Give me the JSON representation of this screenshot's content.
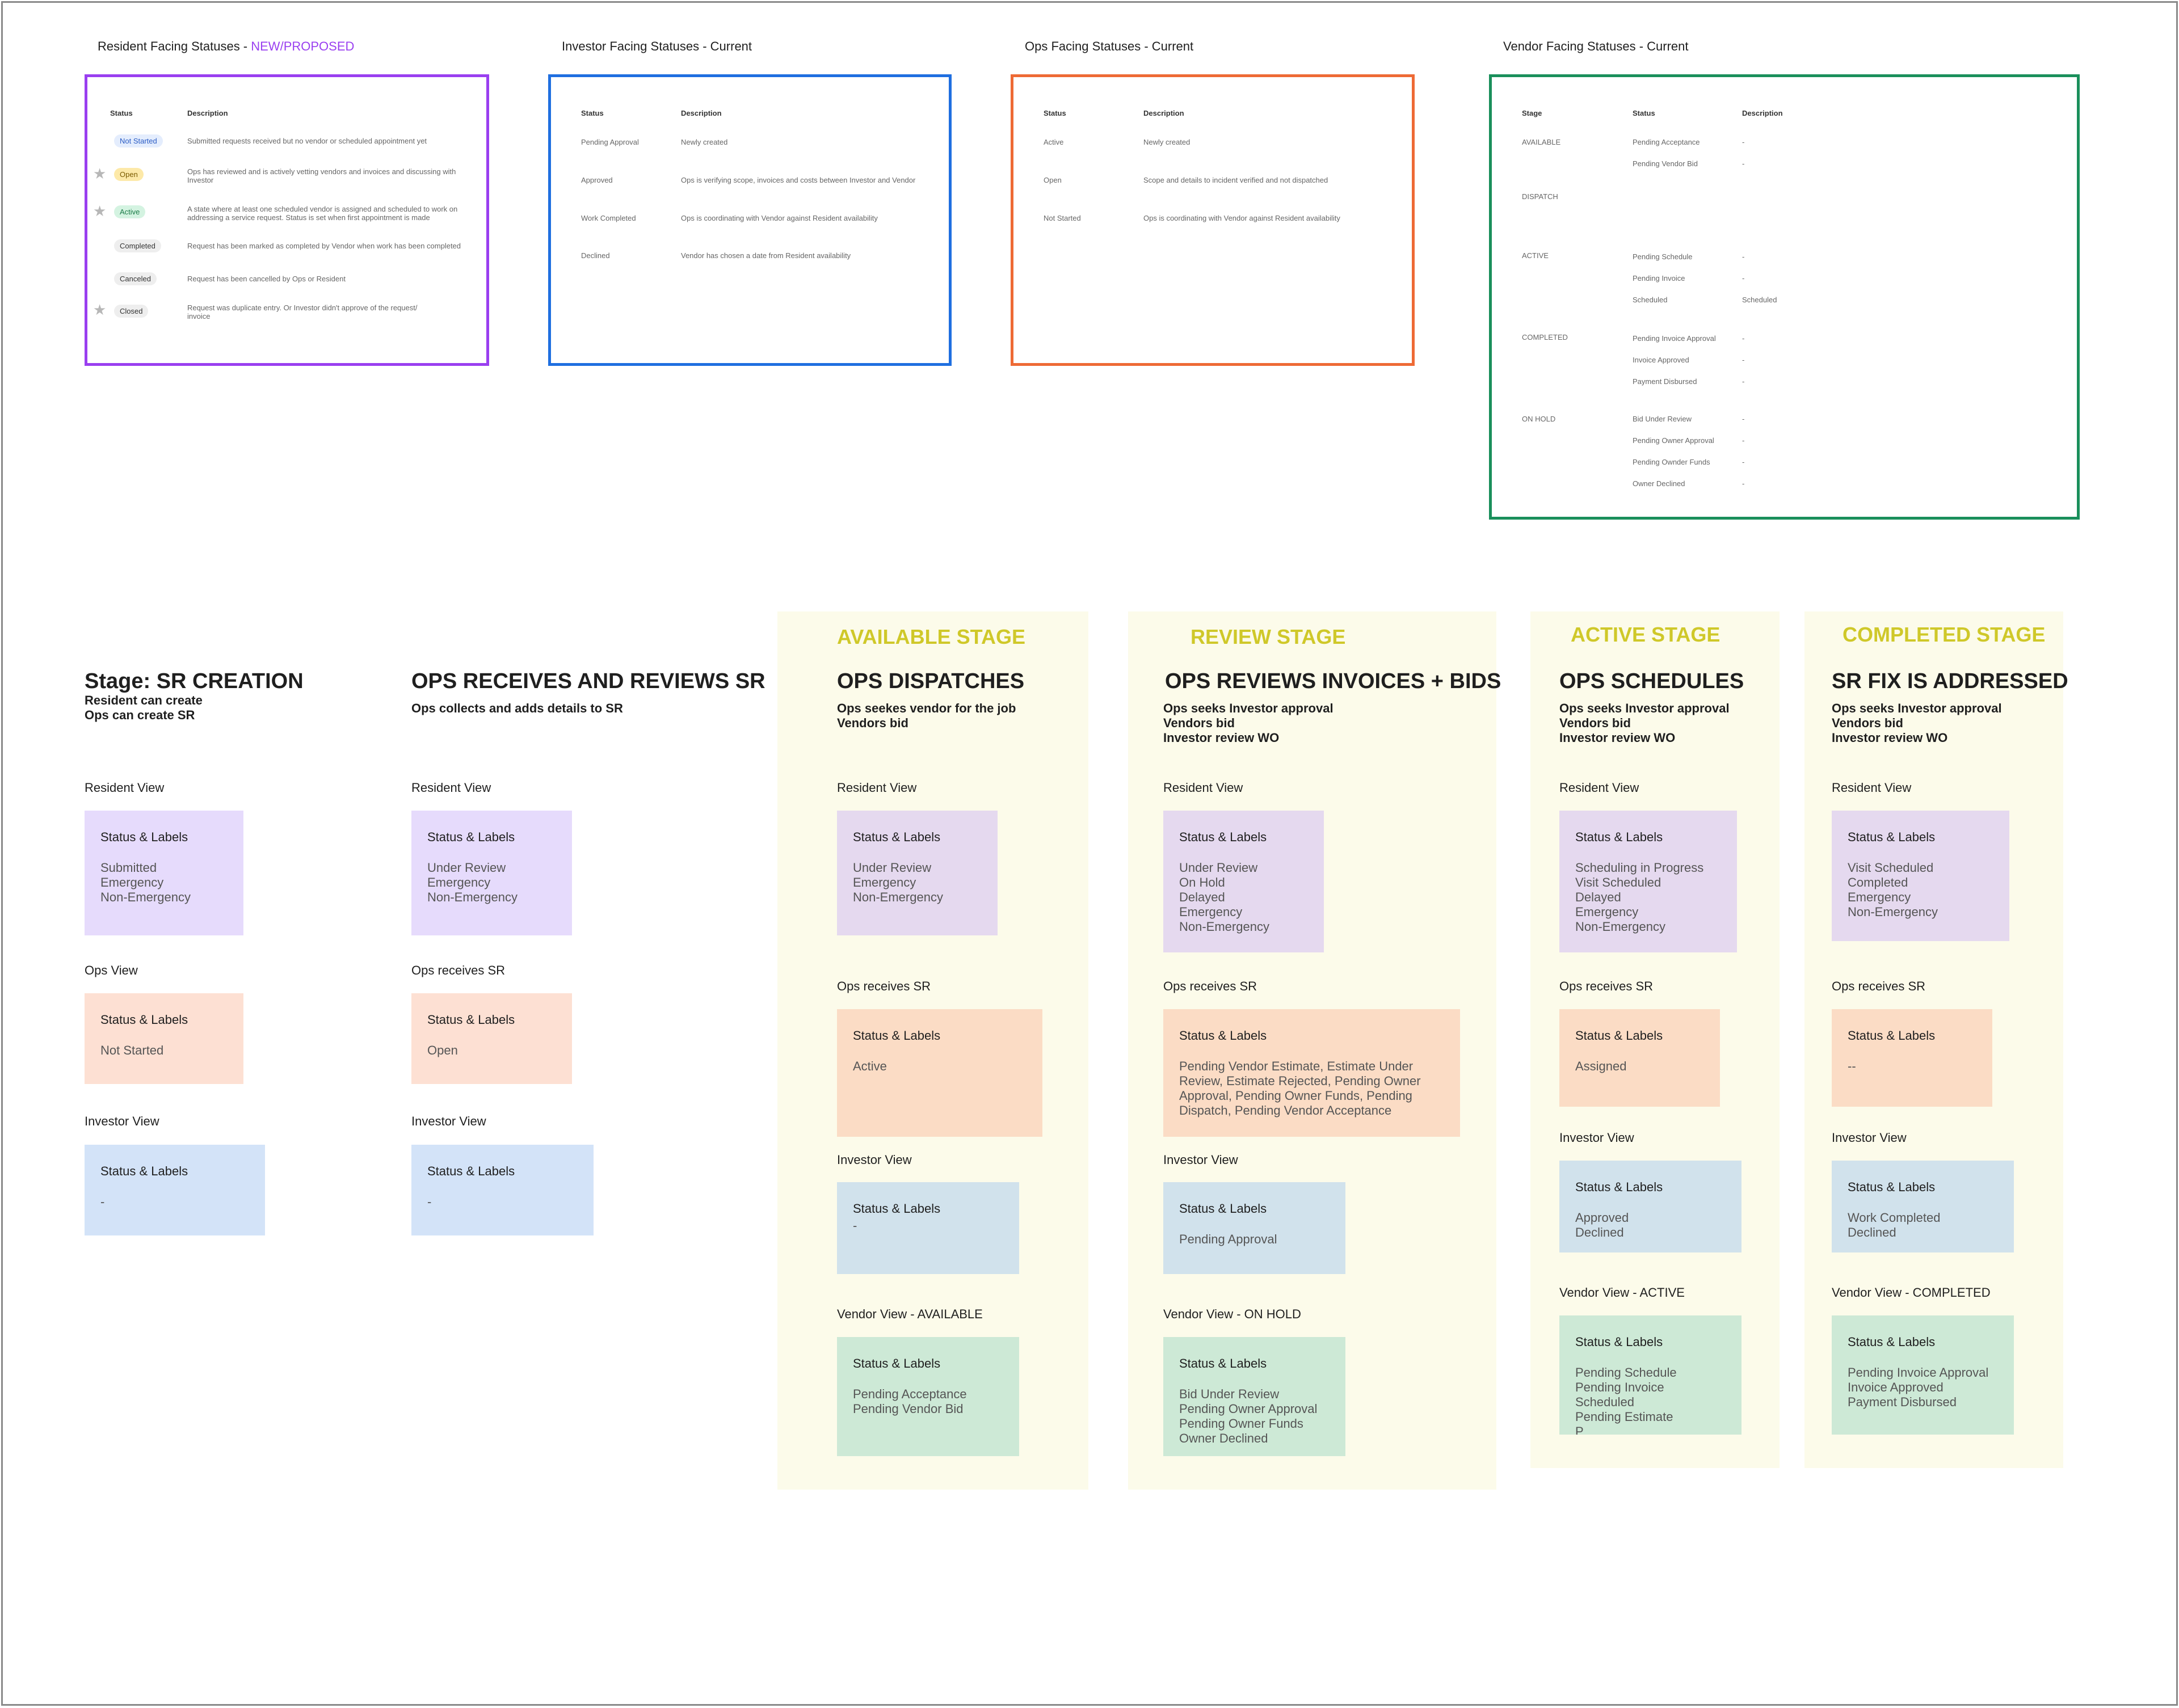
{
  "tables": {
    "resident": {
      "title": "Resident Facing Statuses - ",
      "title_accent": "NEW/PROPOSED",
      "headers": [
        "Status",
        "Description"
      ],
      "rows": [
        {
          "status": "Not Started",
          "desc": "Submitted requests received but no vendor or scheduled appointment yet"
        },
        {
          "status": "Open",
          "desc": "Ops has reviewed and is actively vetting vendors and invoices and discussing with Investor"
        },
        {
          "status": "Active",
          "desc": "A state where at least one scheduled vendor is assigned and scheduled to work on addressing a service request. Status is set when first appointment is made"
        },
        {
          "status": "Completed",
          "desc": "Request has been marked as completed by Vendor when work has been completed"
        },
        {
          "status": "Canceled",
          "desc": "Request has been cancelled by Ops or Resident"
        },
        {
          "status": "Closed",
          "desc": "Request was duplicate entry. Or Investor didn't approve of the request/ invoice"
        }
      ]
    },
    "investor": {
      "title": "Investor Facing Statuses - Current",
      "headers": [
        "Status",
        "Description"
      ],
      "rows": [
        {
          "status": "Pending Approval",
          "desc": "Newly created"
        },
        {
          "status": "Approved",
          "desc": "Ops is verifying scope, invoices and costs between Investor and Vendor"
        },
        {
          "status": "Work Completed",
          "desc": "Ops is coordinating with Vendor against Resident availability"
        },
        {
          "status": "Declined",
          "desc": "Vendor has chosen a date from Resident availability"
        }
      ]
    },
    "ops": {
      "title": "Ops Facing Statuses - Current",
      "headers": [
        "Status",
        "Description"
      ],
      "rows": [
        {
          "status": "Active",
          "desc": "Newly created"
        },
        {
          "status": "Open",
          "desc": "Scope and details to incident verified and not dispatched"
        },
        {
          "status": "Not Started",
          "desc": "Ops is coordinating with Vendor against Resident availability"
        }
      ]
    },
    "vendor": {
      "title": "Vendor Facing Statuses - Current",
      "headers": [
        "Stage",
        "Status",
        "Description"
      ],
      "stages": [
        "AVAILABLE",
        "DISPATCH",
        "ACTIVE",
        "COMPLETED",
        "ON HOLD"
      ],
      "rows": [
        {
          "status": "Pending Acceptance",
          "desc": "-"
        },
        {
          "status": "Pending Vendor Bid",
          "desc": "-"
        },
        {
          "status": "Pending Schedule",
          "desc": "-"
        },
        {
          "status": "Pending Invoice",
          "desc": "-"
        },
        {
          "status": "Scheduled",
          "desc": "Scheduled"
        },
        {
          "status": "Pending Invoice Approval",
          "desc": "-"
        },
        {
          "status": "Invoice Approved",
          "desc": "-"
        },
        {
          "status": "Payment Disbursed",
          "desc": "-"
        },
        {
          "status": "Bid Under Review",
          "desc": "-"
        },
        {
          "status": "Pending Owner Approval",
          "desc": "-"
        },
        {
          "status": "Pending Ownder Funds",
          "desc": "-"
        },
        {
          "status": "Owner Declined",
          "desc": "-"
        }
      ]
    }
  },
  "card_title": "Status & Labels",
  "columns": [
    {
      "stage_label": "",
      "title": "Stage: SR CREATION",
      "subtitle": [
        "Resident can create",
        "Ops can create SR"
      ],
      "views": [
        {
          "label": "Resident View",
          "items": [
            "Submitted",
            "Emergency",
            "Non-Emergency"
          ]
        },
        {
          "label": "Ops View",
          "items": [
            "Not Started"
          ]
        },
        {
          "label": "Investor View",
          "items": [
            "-"
          ]
        }
      ]
    },
    {
      "stage_label": "",
      "title": "OPS RECEIVES AND REVIEWS SR",
      "subtitle": [
        "Ops collects and adds details to SR"
      ],
      "views": [
        {
          "label": "Resident View",
          "items": [
            "Under Review",
            "Emergency",
            "Non-Emergency"
          ]
        },
        {
          "label": "Ops receives SR",
          "items": [
            "Open"
          ]
        },
        {
          "label": "Investor View",
          "items": [
            "-"
          ]
        }
      ]
    },
    {
      "stage_label": "AVAILABLE STAGE",
      "title": "OPS DISPATCHES",
      "subtitle": [
        "Ops seekes vendor for the job",
        "Vendors bid"
      ],
      "views": [
        {
          "label": "Resident View",
          "items": [
            "Under Review",
            "Emergency",
            "Non-Emergency"
          ]
        },
        {
          "label": "Ops receives SR",
          "items": [
            "Active"
          ]
        },
        {
          "label": "Investor View",
          "items": [
            "-"
          ]
        },
        {
          "label": "Vendor View - AVAILABLE",
          "items": [
            "Pending Acceptance",
            "Pending Vendor Bid"
          ]
        }
      ]
    },
    {
      "stage_label": "REVIEW STAGE",
      "title": "OPS REVIEWS INVOICES + BIDS",
      "subtitle": [
        "Ops seeks Investor approval",
        "Vendors bid",
        "Investor review WO"
      ],
      "views": [
        {
          "label": "Resident View",
          "items": [
            "Under Review",
            "On Hold",
            "Delayed",
            "Emergency",
            "Non-Emergency"
          ]
        },
        {
          "label": "Ops receives SR",
          "items": [
            "Pending Vendor Estimate, Estimate Under Review, Estimate Rejected, Pending Owner Approval, Pending Owner Funds, Pending Dispatch, Pending Vendor Acceptance"
          ]
        },
        {
          "label": "Investor View",
          "items": [
            "Pending Approval"
          ]
        },
        {
          "label": "Vendor View - ON HOLD",
          "items": [
            "Bid Under Review",
            "Pending Owner Approval",
            "Pending Owner Funds",
            "Owner Declined"
          ]
        }
      ]
    },
    {
      "stage_label": "ACTIVE STAGE",
      "title": "OPS SCHEDULES",
      "subtitle": [
        "Ops seeks Investor approval",
        "Vendors bid",
        "Investor review WO"
      ],
      "views": [
        {
          "label": "Resident View",
          "items": [
            "Scheduling in Progress",
            "Visit Scheduled",
            "Delayed",
            "Emergency",
            "Non-Emergency"
          ]
        },
        {
          "label": "Ops receives SR",
          "items": [
            "Assigned"
          ]
        },
        {
          "label": "Investor View",
          "items": [
            "Approved",
            "Declined"
          ]
        },
        {
          "label": "Vendor View - ACTIVE",
          "items": [
            "Pending Schedule",
            "Pending Invoice",
            "Scheduled",
            "Pending Estimate",
            "P"
          ]
        }
      ]
    },
    {
      "stage_label": "COMPLETED STAGE",
      "title": "SR FIX IS ADDRESSED",
      "subtitle": [
        "Ops seeks Investor approval",
        "Vendors bid",
        "Investor review WO"
      ],
      "views": [
        {
          "label": "Resident View",
          "items": [
            "Visit Scheduled",
            "Completed",
            "Emergency",
            "Non-Emergency"
          ]
        },
        {
          "label": "Ops receives SR",
          "items": [
            "--"
          ]
        },
        {
          "label": "Investor View",
          "items": [
            "Work Completed",
            "Declined"
          ]
        },
        {
          "label": "Vendor View - COMPLETED",
          "items": [
            "Pending Invoice Approval",
            "Invoice Approved",
            "Payment Disbursed"
          ]
        }
      ]
    }
  ]
}
